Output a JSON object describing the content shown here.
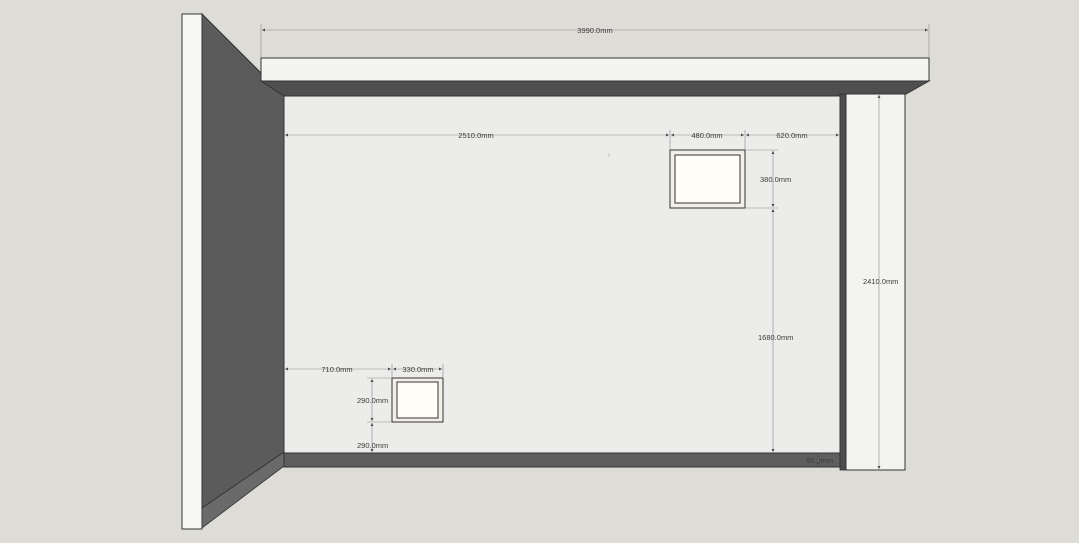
{
  "colors": {
    "background": "#dedcd7",
    "wall_face": "#ececea",
    "wall_dark": "#5c5c5c",
    "wall_darker": "#4a4a4a",
    "wall_light": "#f5f5f3",
    "window_glass": "#fffdf5",
    "outline": "#333333"
  },
  "dimensions": {
    "overall_width": "3990.0mm",
    "left_to_window": "2510.0mm",
    "window_width": "480.0mm",
    "window_to_right": "620.0mm",
    "window_height": "380.0mm",
    "window_sill_height": "1680.0mm",
    "wall_height": "2410.0mm",
    "small_left_offset": "710.0mm",
    "small_width": "330.0mm",
    "small_height": "290.0mm",
    "small_sill_height": "290.0mm",
    "skirting_height": "95.0mm"
  }
}
